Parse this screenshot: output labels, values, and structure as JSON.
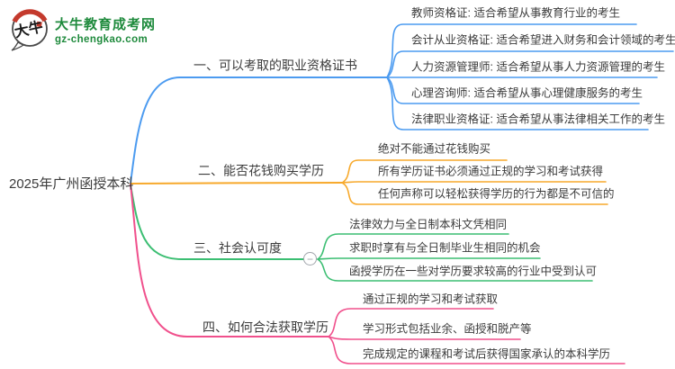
{
  "logo": {
    "site_name": "大牛教育成考网",
    "site_url": "gz-chengkao.com",
    "icon_text": "大牛",
    "brand_green": "#1e8a3c",
    "icon_red": "#c43a2d"
  },
  "icons": {
    "collapse_minus": "−"
  },
  "mindmap": {
    "root": {
      "label": "2025年广州函授本科"
    },
    "branches": [
      {
        "label": "一、可以考取的职业资格证书",
        "color": "#4c9bf0",
        "children": [
          "教师资格证: 适合希望从事教育行业的考生",
          "会计从业资格证: 适合希望进入财务和会计领域的考生",
          "人力资源管理师: 适合希望从事人力资源管理的考生",
          "心理咨询师: 适合希望从事心理健康服务的考生",
          "法律职业资格证: 适合希望从事法律相关工作的考生"
        ]
      },
      {
        "label": "二、能否花钱购买学历",
        "color": "#f7a92c",
        "children": [
          "绝对不能通过花钱购买",
          "所有学历证书必须通过正规的学习和考试获得",
          "任何声称可以轻松获得学历的行为都是不可信的"
        ]
      },
      {
        "label": "三、社会认可度",
        "color": "#3bbe72",
        "children": [
          "法律效力与全日制本科文凭相同",
          "求职时享有与全日制毕业生相同的机会",
          "函授学历在一些对学历要求较高的行业中受到认可"
        ]
      },
      {
        "label": "四、如何合法获取学历",
        "color": "#f0508c",
        "children": [
          "通过正规的学习和考试获取",
          "学习形式包括业余、函授和脱产等",
          "完成规定的课程和考试后获得国家承认的本科学历"
        ]
      }
    ]
  }
}
